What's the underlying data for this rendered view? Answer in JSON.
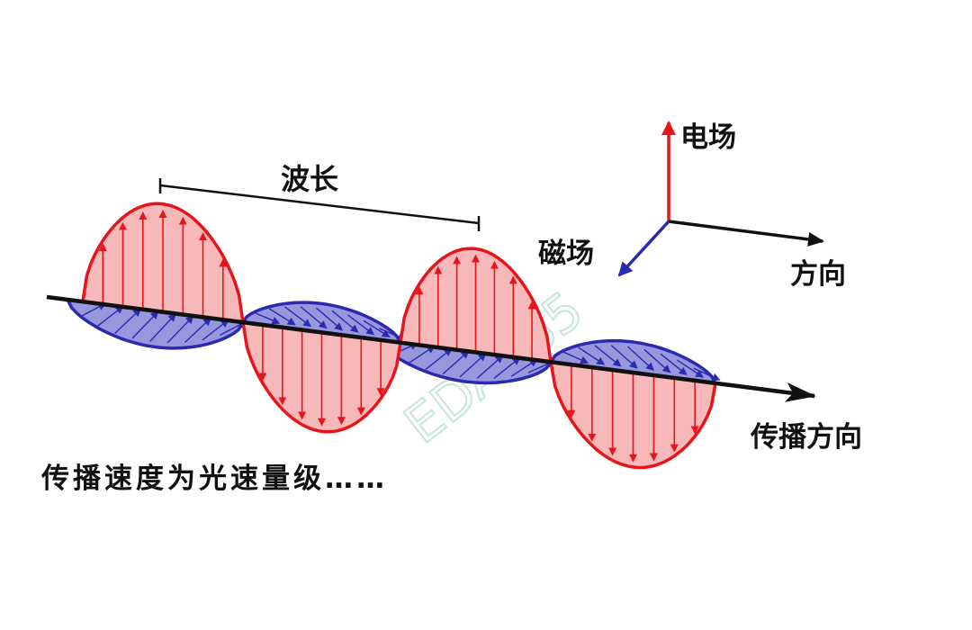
{
  "labels": {
    "wavelength": "波长",
    "electric_field": "电场",
    "magnetic_field": "磁场",
    "direction": "方向",
    "propagation_direction": "传播方向",
    "caption": "传播速度为光速量级……"
  },
  "watermark": "EDA365",
  "colors": {
    "electric_stroke": "#e8141c",
    "electric_fill": "#f7b8ba",
    "magnetic_stroke": "#2a2ab0",
    "magnetic_fill": "#9797de",
    "axis": "#111111"
  }
}
